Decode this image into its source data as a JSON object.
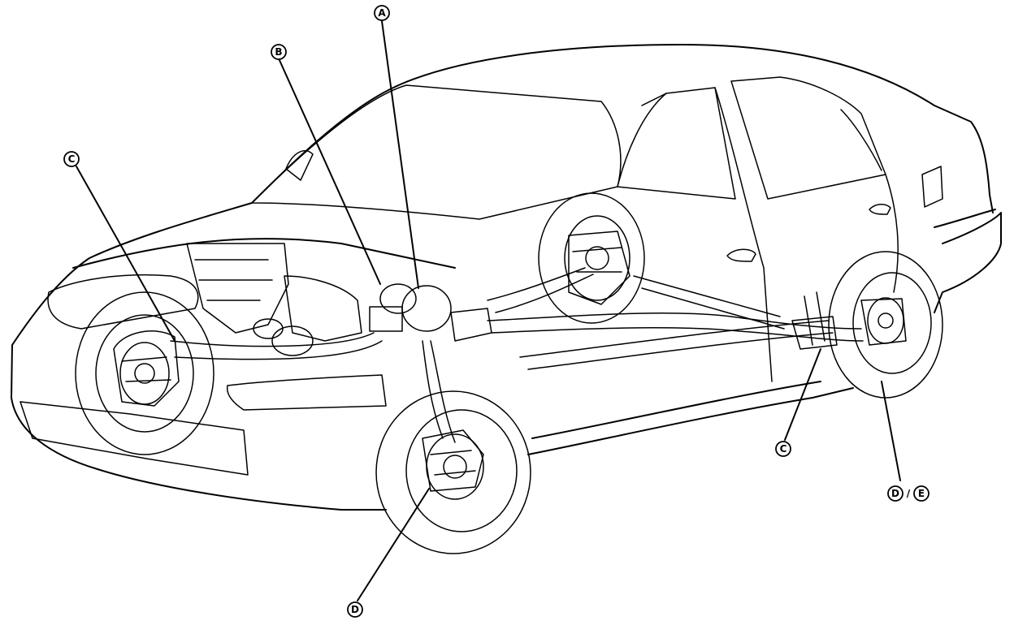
{
  "callouts": [
    {
      "id": "A",
      "label": "A"
    },
    {
      "id": "B",
      "label": "B"
    },
    {
      "id": "C-front",
      "label": "C"
    },
    {
      "id": "D-front",
      "label": "D"
    },
    {
      "id": "C-rear",
      "label": "C"
    },
    {
      "id": "D",
      "label": "D"
    },
    {
      "id": "E",
      "label": "E"
    }
  ],
  "separator": "/",
  "colors": {
    "ink": "#000000",
    "paper": "#ffffff"
  }
}
